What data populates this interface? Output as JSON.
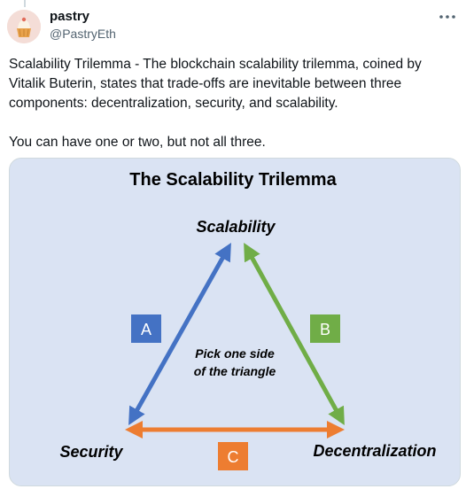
{
  "author": {
    "name": "pastry",
    "handle": "@PastryEth",
    "avatar_icon": "cupcake-avatar-icon"
  },
  "menu": {
    "icon": "more-horizontal-icon"
  },
  "tweet": {
    "paragraphs": [
      "Scalability Trilemma - The blockchain scalability trilemma, coined by Vitalik Buterin, states that trade-offs are inevitable between three components: decentralization, security, and scalability.",
      "You can have one or two, but not all three."
    ]
  },
  "diagram": {
    "title": "The Scalability Trilemma",
    "vertices": {
      "top": "Scalability",
      "left": "Security",
      "right": "Decentralization"
    },
    "center_text": [
      "Pick one side",
      "of the triangle"
    ],
    "sides": [
      {
        "label": "A",
        "color": "#4472c4"
      },
      {
        "label": "B",
        "color": "#70ad47"
      },
      {
        "label": "C",
        "color": "#ed7d31"
      }
    ],
    "background": "#dae3f3"
  }
}
